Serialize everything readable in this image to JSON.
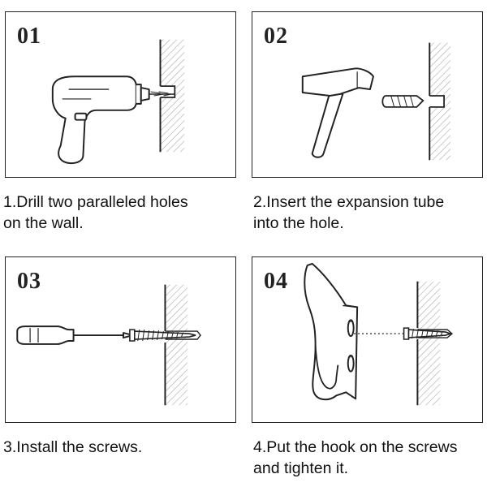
{
  "steps": [
    {
      "number": "01",
      "caption_line1": "1.Drill two paralleled holes",
      "caption_line2": "on the wall."
    },
    {
      "number": "02",
      "caption_line1": "2.Insert the expansion tube",
      "caption_line2": "into the hole."
    },
    {
      "number": "03",
      "caption_line1": "3.Install the screws.",
      "caption_line2": ""
    },
    {
      "number": "04",
      "caption_line1": "4.Put the hook on the screws",
      "caption_line2": "and tighten it."
    }
  ],
  "icons": {
    "step1": [
      "drill-icon",
      "wall-icon"
    ],
    "step2": [
      "hammer-icon",
      "expansion-tube-icon",
      "wall-icon"
    ],
    "step3": [
      "screwdriver-icon",
      "screw-icon",
      "wall-icon"
    ],
    "step4": [
      "hook-icon",
      "screw-icon",
      "wall-icon"
    ]
  },
  "colors": {
    "line": "#222222",
    "hatch": "#9a9a9a",
    "background": "#ffffff"
  }
}
